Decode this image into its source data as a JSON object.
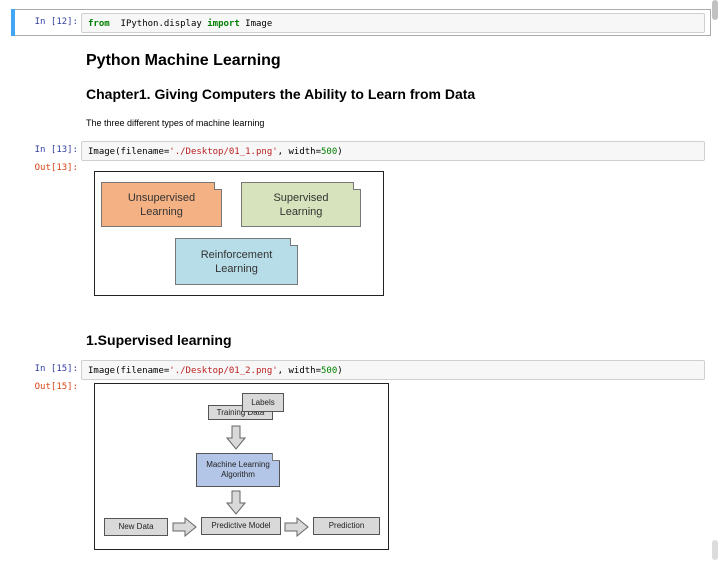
{
  "cells": {
    "c12": {
      "prompt_in": "In [12]:",
      "kw_from": "from",
      "module": "IPython.display",
      "kw_import": "import",
      "name": "Image"
    },
    "md": {
      "h1": "Python Machine Learning",
      "h2": "Chapter1. Giving Computers the Ability to Learn from Data",
      "text": "The three different types of machine learning"
    },
    "c13": {
      "prompt_in": "In [13]:",
      "prompt_out": "Out[13]:",
      "fn": "Image(filename=",
      "str": "'./Desktop/01_1.png'",
      "mid": ", width=",
      "num": "500",
      "end": ")"
    },
    "md2": {
      "h2": "1.Supervised learning"
    },
    "c15": {
      "prompt_in": "In [15]:",
      "prompt_out": "Out[15]:",
      "fn": "Image(filename=",
      "str": "'./Desktop/01_2.png'",
      "mid": ", width=",
      "num": "500",
      "end": ")"
    }
  },
  "figure1": {
    "unsupervised": "Unsupervised Learning",
    "supervised": "Supervised Learning",
    "reinforcement": "Reinforcement Learning",
    "colors": {
      "unsupervised": "#f4b183",
      "supervised": "#d6e3bc",
      "reinforcement": "#b7dde8"
    }
  },
  "figure2": {
    "labels": "Labels",
    "training": "Training Data",
    "ml": "Machine Learning Algorithm",
    "newdata": "New Data",
    "model": "Predictive Model",
    "prediction": "Prediction",
    "colors": {
      "ml": "#b4c6e7",
      "box": "#d9d9d9"
    }
  }
}
